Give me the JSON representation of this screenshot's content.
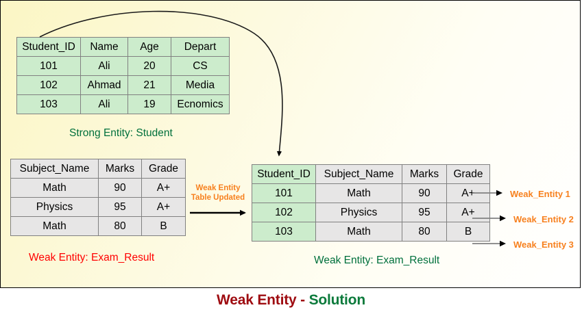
{
  "footer": {
    "title_part1": "Weak Entity",
    "title_dash": " - ",
    "title_part2": "Solution"
  },
  "colors": {
    "background_left": "#fbf6c4",
    "background_right": "#ffffff",
    "green_fill": "#cceccc",
    "gray_fill": "#e7e6e6",
    "orange_accent": "#f7801e",
    "red_label": "#ff0000",
    "green_label": "#00703c",
    "title_red": "#9e0b10",
    "title_green": "#0b7a3b"
  },
  "strong_entity_table": {
    "caption": "Strong Entity: Student",
    "headers": [
      "Student_ID",
      "Name",
      "Age",
      "Depart"
    ],
    "rows": [
      [
        "101",
        "Ali",
        "20",
        "CS"
      ],
      [
        "102",
        "Ahmad",
        "21",
        "Media"
      ],
      [
        "103",
        "Ali",
        "19",
        "Ecnomics"
      ]
    ]
  },
  "weak_entity_table_before": {
    "caption": "Weak Entity: Exam_Result",
    "headers": [
      "Subject_Name",
      "Marks",
      "Grade"
    ],
    "rows": [
      [
        "Math",
        "90",
        "A+"
      ],
      [
        "Physics",
        "95",
        "A+"
      ],
      [
        "Math",
        "80",
        "B"
      ]
    ]
  },
  "weak_entity_table_after": {
    "caption": "Weak Entity: Exam_Result",
    "headers": [
      "Student_ID",
      "Subject_Name",
      "Marks",
      "Grade"
    ],
    "rows": [
      [
        "101",
        "Math",
        "90",
        "A+"
      ],
      [
        "102",
        "Physics",
        "95",
        "A+"
      ],
      [
        "103",
        "Math",
        "80",
        "B"
      ]
    ]
  },
  "annotations": {
    "transform_label_line1": "Weak Entity",
    "transform_label_line2": "Table Updated",
    "weak_entity_1": "Weak_Entity 1",
    "weak_entity_2": "Weak_Entity 2",
    "weak_entity_3": "Weak_Entity 3"
  }
}
